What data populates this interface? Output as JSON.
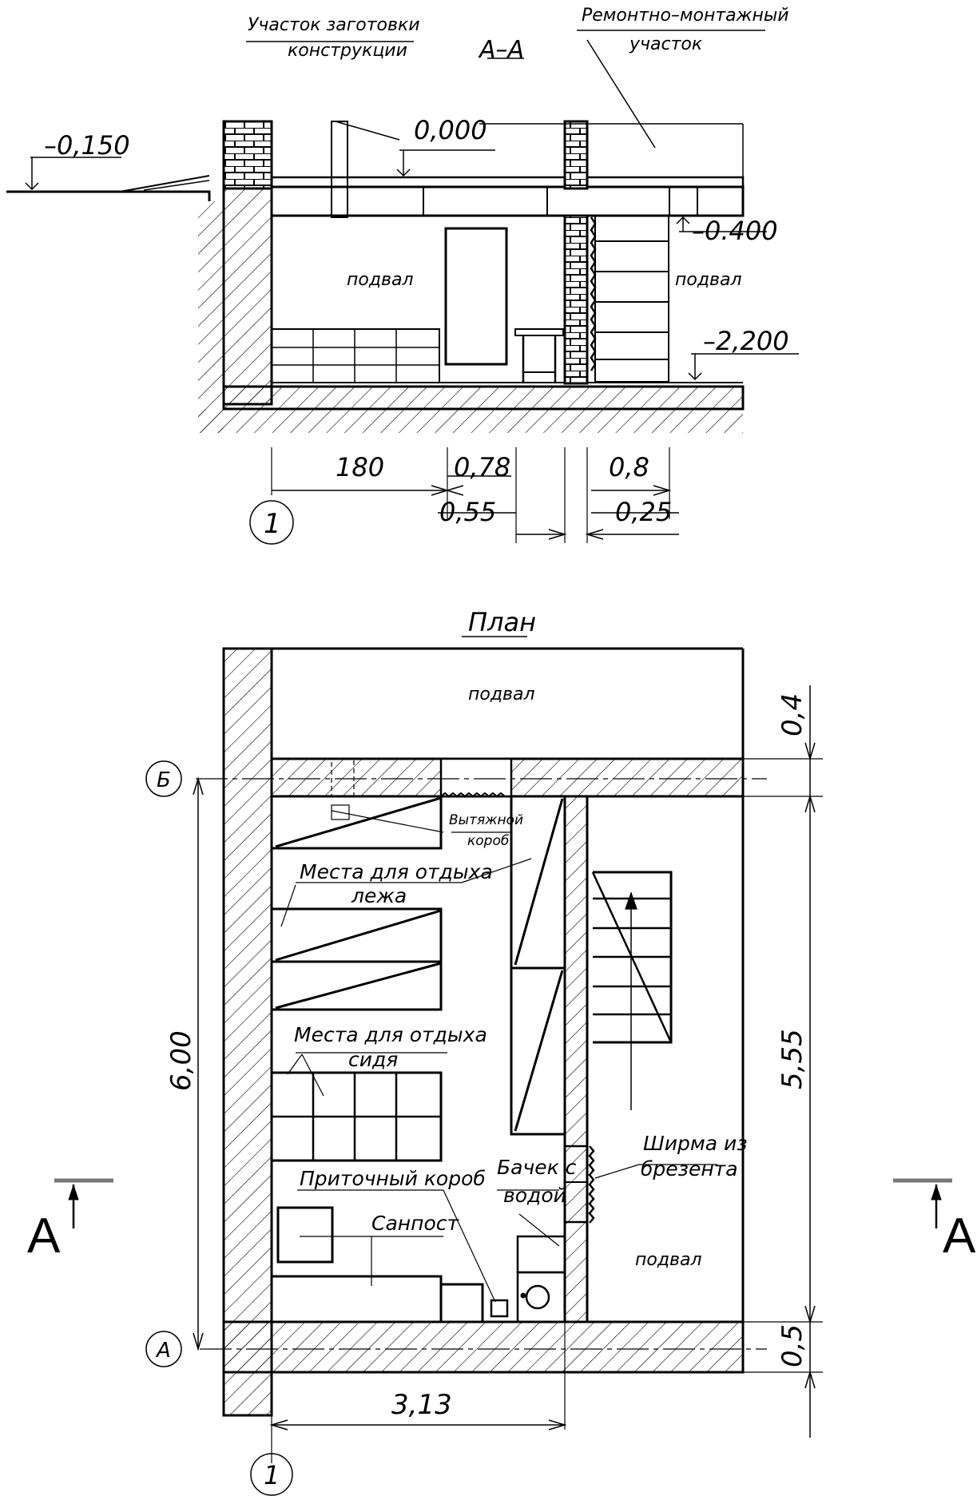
{
  "section": {
    "title": "А–А",
    "label_workshop": [
      "Участок заготовки",
      "конструкции"
    ],
    "label_repair": [
      "Ремонтно–монтажный",
      "участок"
    ],
    "basement_left": "подвал",
    "basement_right": "подвал",
    "elev_ground": "–0,150",
    "elev_zero": "0,000",
    "elev_m0400": "–0.400",
    "elev_m2200": "–2,200",
    "dim_180": "180",
    "dim_078": "0,78",
    "dim_055": "0,55",
    "dim_08": "0,8",
    "dim_025": "0,25",
    "axis_1": "1"
  },
  "plan": {
    "title": "План",
    "basement_top": "подвал",
    "basement_right": "подвал",
    "exhaust_box": [
      "Вытяжной",
      "короб"
    ],
    "rest_lying": [
      "Места для отдыха",
      "лежа"
    ],
    "rest_sitting": [
      "Места для отдыха",
      "сидя"
    ],
    "supply_box": "Приточный короб",
    "toilet": "Санпост",
    "water_tank": [
      "Бачек с",
      "водой"
    ],
    "tarp_screen": [
      "Ширма из",
      "брезента"
    ],
    "dim_04": "0,4",
    "dim_600": "6,00",
    "dim_555": "5,55",
    "dim_05": "0,5",
    "dim_313": "3,13",
    "axis_B": "Б",
    "axis_A": "А",
    "axis_1": "1",
    "cut_left": "А",
    "cut_right": "А"
  }
}
